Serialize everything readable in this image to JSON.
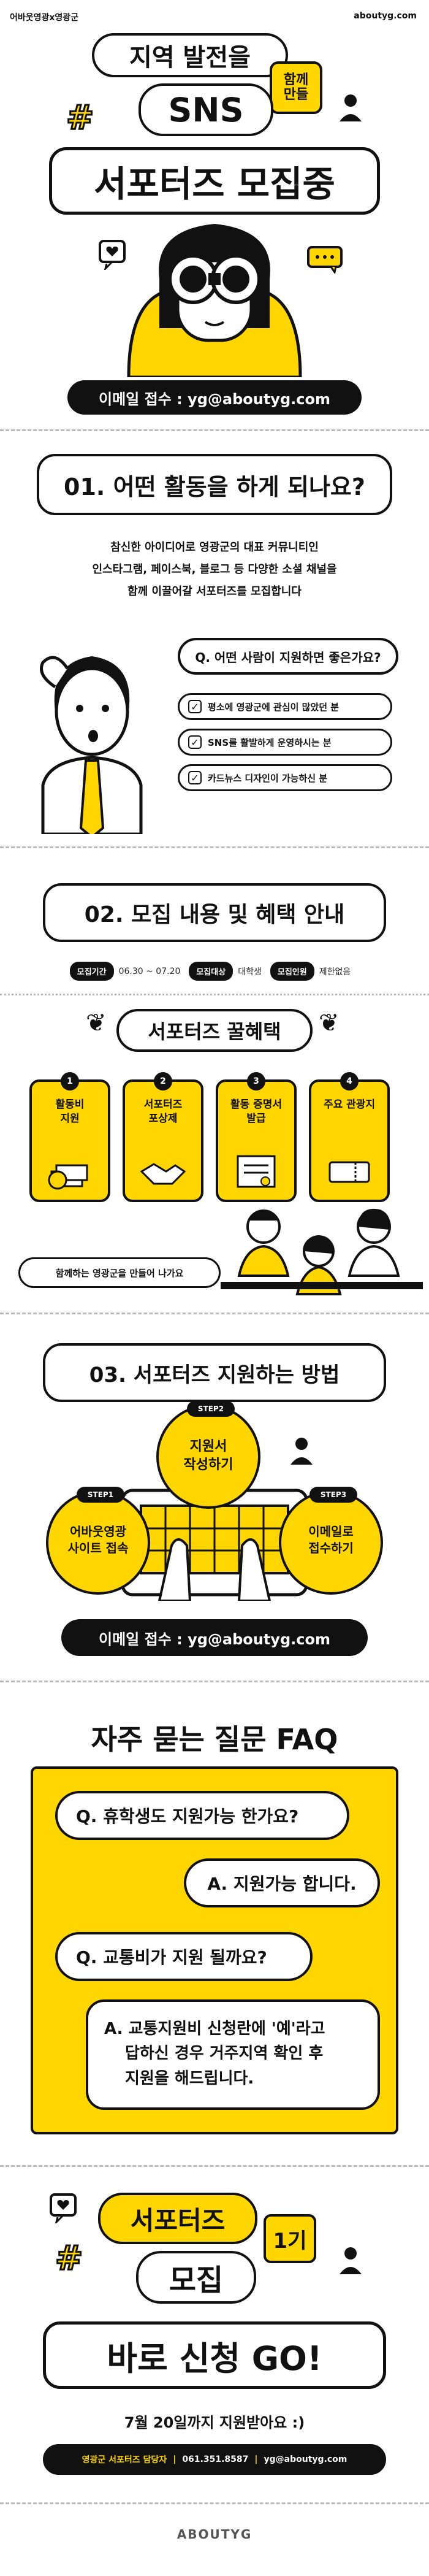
{
  "header": {
    "left": "어바웃영광x영광군",
    "right": "aboutyg.com"
  },
  "hero": {
    "line1": "지역 발전을",
    "badge": "함께\n만들",
    "line2": "SNS",
    "line3": "서포터즈 모집중",
    "email": "이메일 접수 : yg@aboutyg.com"
  },
  "section1": {
    "title": "01. 어떤 활동을 하게 되나요?",
    "desc1": "참신한 아이디어로 영광군의 대표 커뮤니티인",
    "desc2": "인스타그램, 페이스북, 블로그 등 다양한 소셜 채널을",
    "desc3": "함께 이끌어갈 서포터즈를 모집합니다",
    "question": "Q. 어떤 사람이 지원하면 좋은가요?",
    "checks": [
      "평소에 영광군에 관심이 많았던 분",
      "SNS를 활발하게 운영하시는 분",
      "카드뉴스 디자인이 가능하신 분"
    ],
    "check_mark": "✓"
  },
  "section2": {
    "title": "02. 모집 내용 및 혜택 안내",
    "tags": [
      {
        "label": "모집기간",
        "value": "06.30 ~ 07.20"
      },
      {
        "label": "모집대상",
        "value": "대학생"
      },
      {
        "label": "모집인원",
        "value": "제한없음"
      }
    ],
    "benefit_title": "서포터즈 꿀혜택",
    "benefits": [
      {
        "num": "1",
        "label": "활동비\n지원"
      },
      {
        "num": "2",
        "label": "서포터즈\n포상제"
      },
      {
        "num": "3",
        "label": "활동 증명서\n발급"
      },
      {
        "num": "4",
        "label": "주요 관광지"
      }
    ],
    "together": "함께하는 영광군을 만들어 나가요"
  },
  "section3": {
    "title": "03. 서포터즈 지원하는 방법",
    "steps": [
      {
        "step": "STEP1",
        "text": "어바웃영광\n사이트 접속"
      },
      {
        "step": "STEP2",
        "text": "지원서\n작성하기"
      },
      {
        "step": "STEP3",
        "text": "이메일로\n접수하기"
      }
    ],
    "email": "이메일 접수 : yg@aboutyg.com"
  },
  "faq": {
    "title": "자주 묻는 질문 FAQ",
    "q1": "Q. 휴학생도 지원가능 한가요?",
    "a1": "A. 지원가능 합니다.",
    "q2": "Q. 교통비가 지원 될까요?",
    "a2_1": "A. 교통지원비 신청란에 '예'라고",
    "a2_2": "답하신 경우 거주지역 확인 후",
    "a2_3": "지원을 해드립니다."
  },
  "cta": {
    "line1": "서포터즈",
    "badge": "1기",
    "line2": "모집",
    "line3": "바로 신청 GO!",
    "deadline": "7월 20일까지 지원받아요 :)",
    "contact1": "영광군 서포터즈 담당자",
    "contact2": "061.351.8587",
    "contact3": "yg@aboutyg.com"
  },
  "footer": {
    "brand": "ABOUTYG"
  },
  "colors": {
    "yellow": "#ffd600",
    "black": "#111111"
  }
}
